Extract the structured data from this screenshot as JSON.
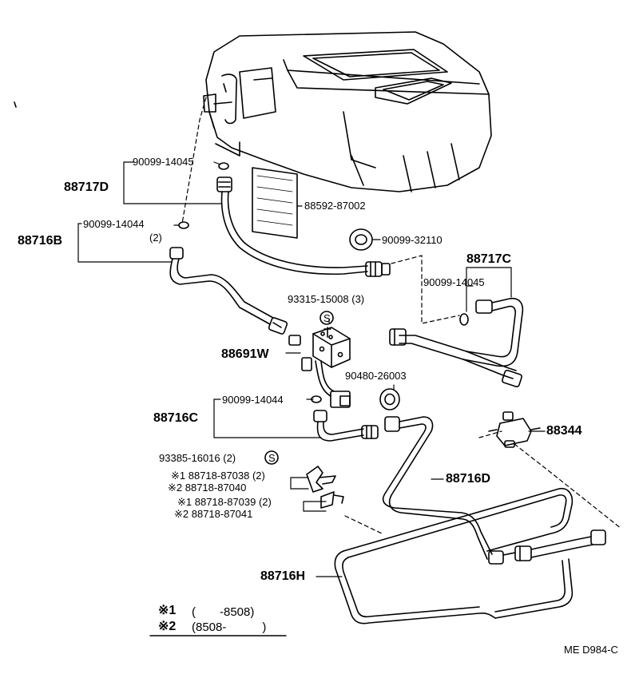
{
  "colors": {
    "ink": "#000000",
    "paper": "#ffffff"
  },
  "labels": {
    "p90099_14045_a": "90099-14045",
    "p88717D": "88717D",
    "p88592_87002": "88592-87002",
    "p90099_14044_a": "90099-14044",
    "qty_2_a": "(2)",
    "p88716B": "88716B",
    "p90099_32110": "90099-32110",
    "p88717C": "88717C",
    "p90099_14045_b": "90099-14045",
    "p93315_15008": "93315-15008 (3)",
    "s_mark_a": "S",
    "p88691W": "88691W",
    "p90480_26003": "90480-26003",
    "p90099_14044_b": "90099-14044",
    "p88716C": "88716C",
    "p88344": "88344",
    "p93385_16016": "93385-16016 (2)",
    "s_mark_b": "S",
    "p88718_87038": "※1 88718-87038 (2)",
    "p88718_87040": "※2 88718-87040",
    "p88718_87039": "※1 88718-87039 (2)",
    "p88718_87041": "※2 88718-87041",
    "p88716D": "88716D",
    "p88716H": "88716H"
  },
  "notes": {
    "n1_mark": "※1",
    "n1_text": "(　　-8508)",
    "n2_mark": "※2",
    "n2_text": "(8508-　　　)"
  },
  "code": "ME D984-C"
}
